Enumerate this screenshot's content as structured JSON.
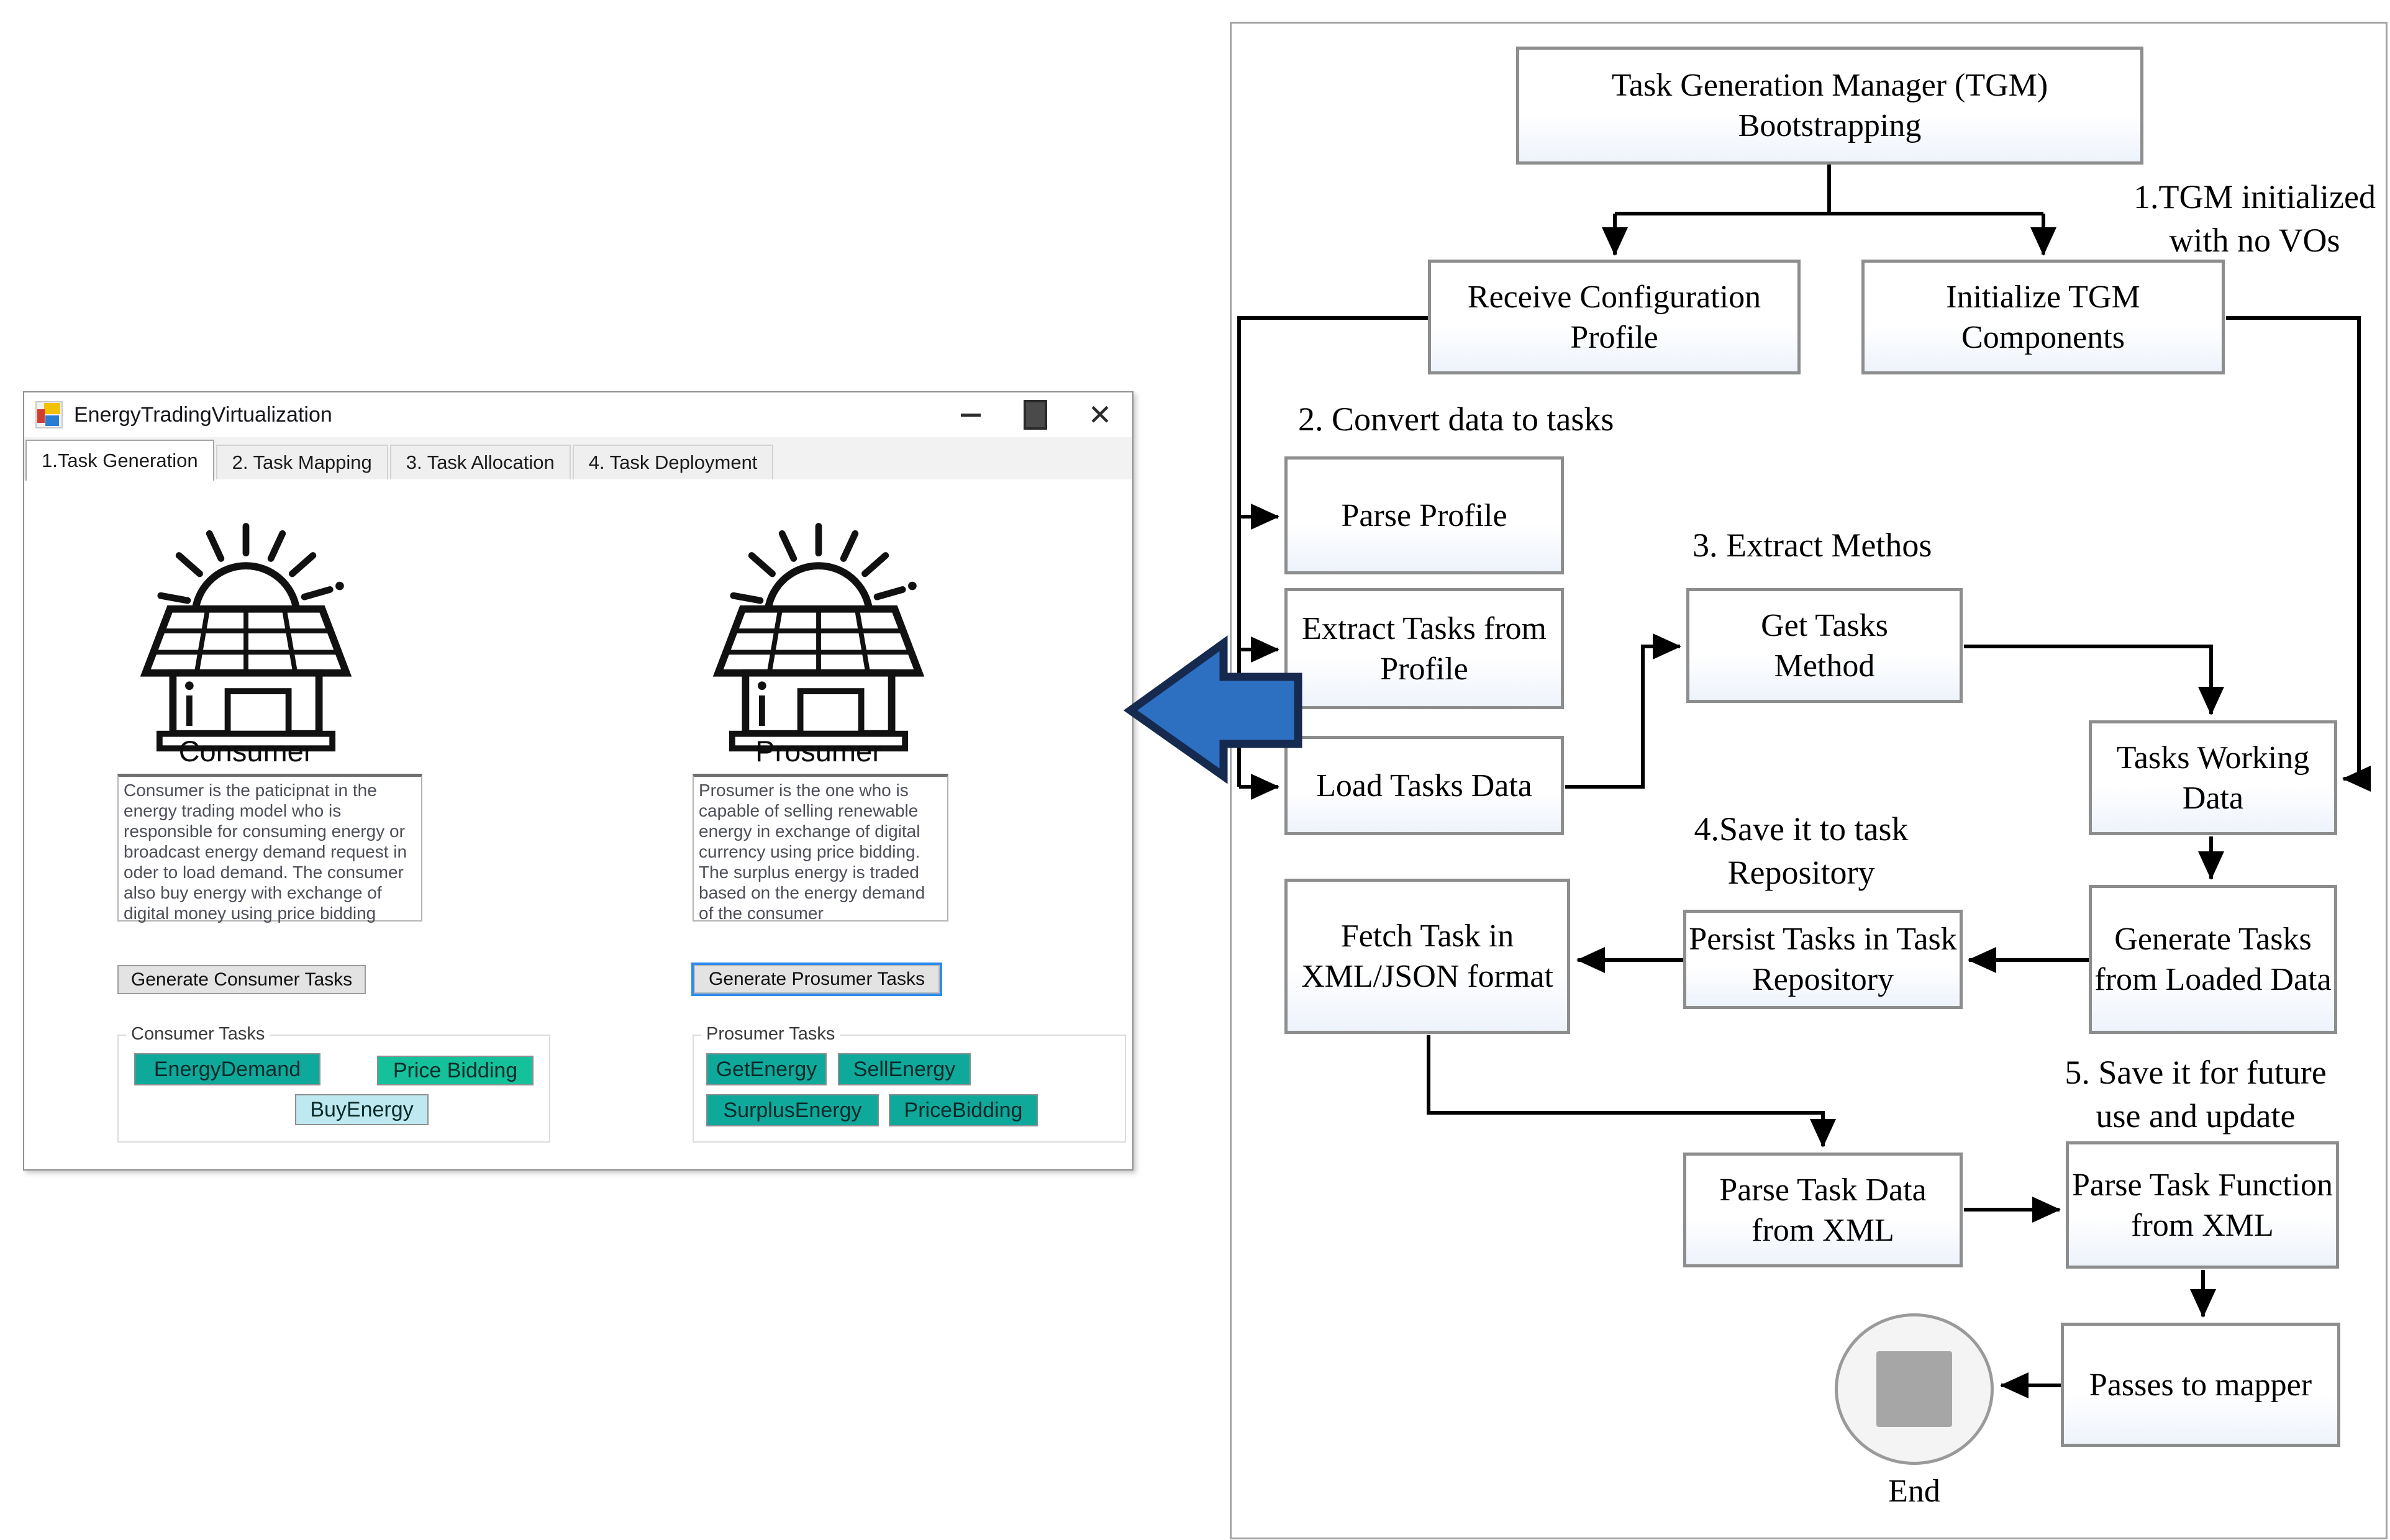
{
  "window": {
    "title": "EnergyTradingVirtualization",
    "controls": {
      "close": "✕"
    },
    "tabs": [
      {
        "label": "1.Task Generation",
        "selected": true
      },
      {
        "label": "2. Task Mapping",
        "selected": false
      },
      {
        "label": "3. Task Allocation",
        "selected": false
      },
      {
        "label": "4. Task Deployment",
        "selected": false
      }
    ],
    "consumer": {
      "heading": "Consumer",
      "description": "Consumer is the paticipnat in the energy trading model who is responsible for consuming energy or broadcast energy demand request in oder to load demand. The consumer also buy energy with exchange of digital money using price bidding",
      "generate_button": "Generate Consumer Tasks",
      "group_title": "Consumer Tasks",
      "tasks": [
        {
          "label": "EnergyDemand",
          "color": "#0FA99C"
        },
        {
          "label": "Price Bidding",
          "color": "#15C19B"
        },
        {
          "label": "BuyEnergy",
          "color": "#BFE9F0"
        }
      ]
    },
    "prosumer": {
      "heading": "Prosumer",
      "description": "Prosumer is the one who is capable of selling renewable energy in exchange of digital currency using price bidding. The surplus energy is traded based on the energy demand of the consumer",
      "generate_button": "Generate Prosumer Tasks",
      "group_title": "Prosumer Tasks",
      "tasks": [
        {
          "label": "GetEnergy",
          "color": "#0FA99C"
        },
        {
          "label": "SellEnergy",
          "color": "#0FA99C"
        },
        {
          "label": "SurplusEnergy",
          "color": "#0FA99C"
        },
        {
          "label": "PriceBidding",
          "color": "#0FA99C"
        }
      ]
    }
  },
  "connector_arrow": {
    "fill": "#2D6FC1",
    "stroke": "#16294F"
  },
  "flowchart": {
    "nodes": {
      "tgm": "Task Generation Manager (TGM) Bootstrapping",
      "receive": "Receive Configuration Profile",
      "initialize": "Initialize TGM Components",
      "parse_profile": "Parse Profile",
      "extract_tasks": "Extract Tasks from Profile",
      "load_tasks": "Load Tasks Data",
      "get_tasks": "Get Tasks Method",
      "tasks_working": "Tasks Working Data",
      "generate_tasks": "Generate Tasks from Loaded Data",
      "fetch_task": "Fetch Task in XML/JSON format",
      "persist_tasks": "Persist Tasks in Task Repository",
      "parse_task_data": "Parse Task Data from XML",
      "parse_task_function": "Parse Task Function from XML",
      "passes_to_mapper": "Passes to mapper"
    },
    "annotations": {
      "a1": "1.TGM initialized with no VOs",
      "a2": "2. Convert data to tasks",
      "a3": "3. Extract Methos",
      "a4": "4.Save it to task Repository",
      "a5": "5. Save it for future use and update",
      "end": "End"
    }
  }
}
